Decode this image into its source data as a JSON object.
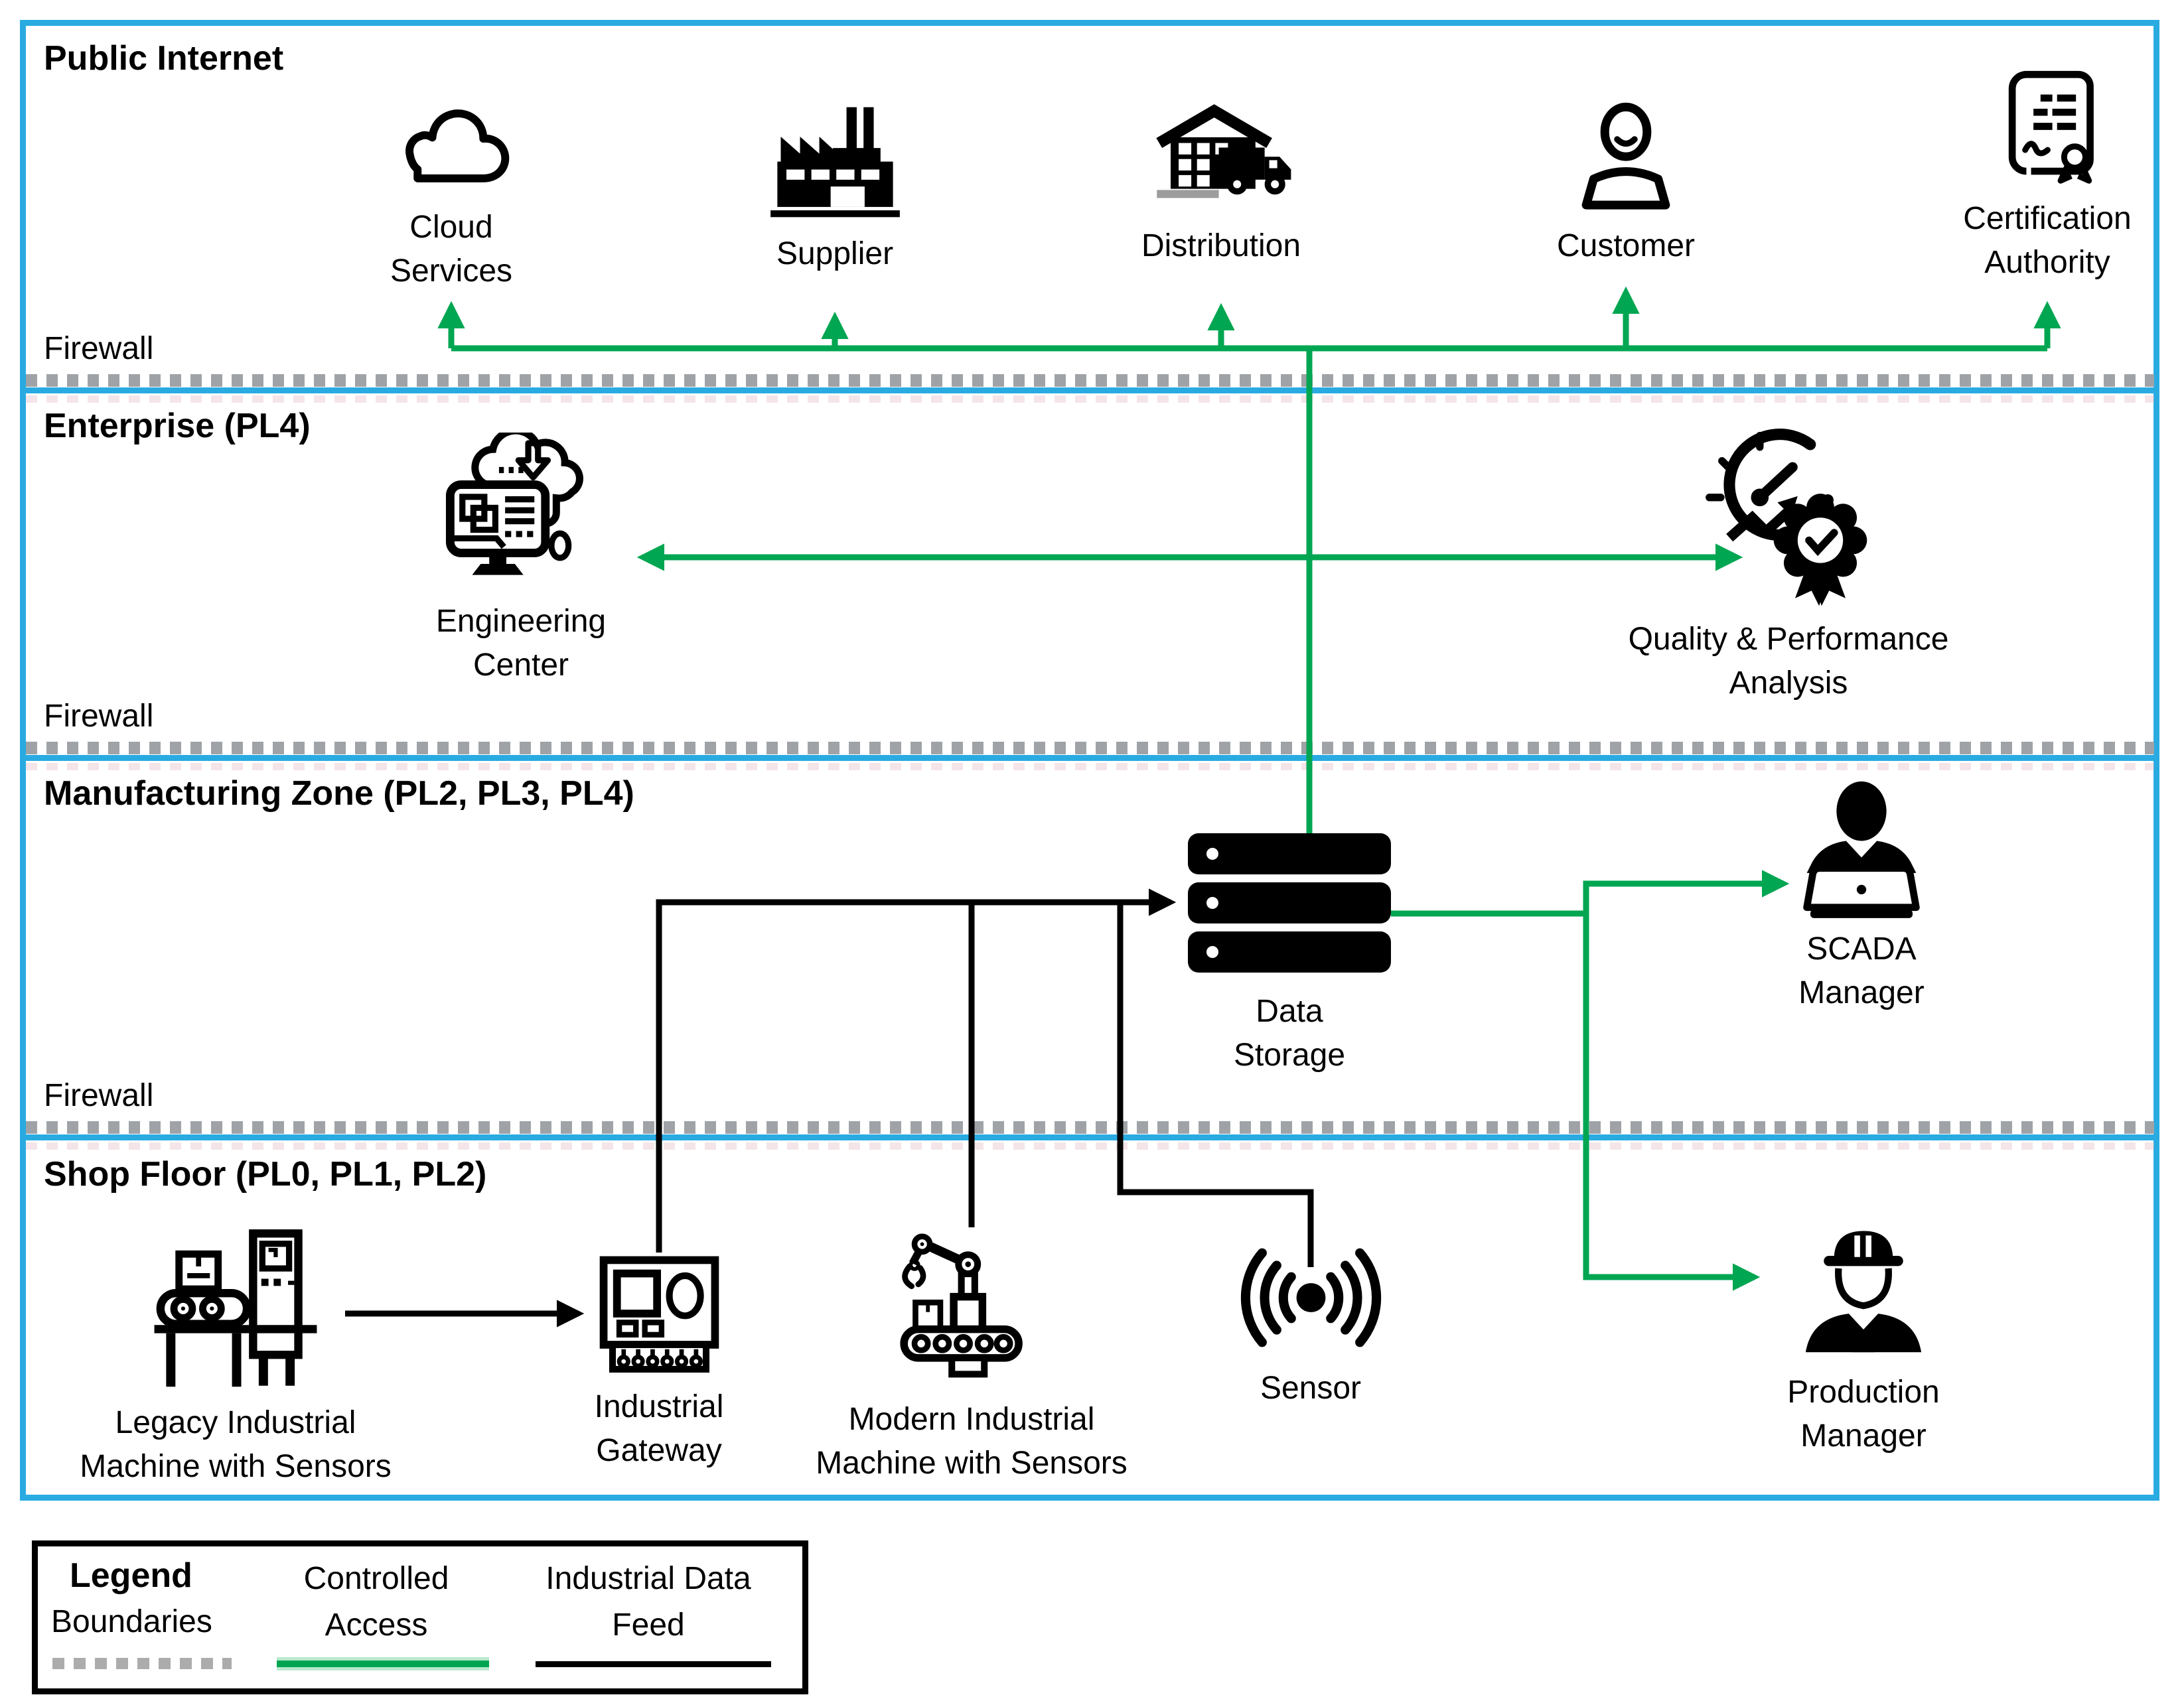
{
  "colors": {
    "zone_border": "#29ABE2",
    "controlled_access_green": "#00A651",
    "industrial_data_feed_black": "#000000",
    "boundary_dash_gray": "#ACACAC"
  },
  "zones": [
    {
      "title": "Public Internet",
      "firewall_label": "Firewall"
    },
    {
      "title": "Enterprise (PL4)",
      "firewall_label": "Firewall"
    },
    {
      "title": "Manufacturing Zone (PL2, PL3, PL4)",
      "firewall_label": "Firewall"
    },
    {
      "title": "Shop Floor (PL0, PL1, PL2)"
    }
  ],
  "nodes": {
    "cloud_services": {
      "label": "Cloud\nServices",
      "icon": "cloud-icon"
    },
    "supplier": {
      "label": "Supplier",
      "icon": "factory-icon"
    },
    "distribution": {
      "label": "Distribution",
      "icon": "warehouse-truck-icon"
    },
    "customer": {
      "label": "Customer",
      "icon": "person-icon"
    },
    "certification": {
      "label": "Certification\nAuthority",
      "icon": "certificate-icon"
    },
    "engineering": {
      "label": "Engineering\nCenter",
      "icon": "cloud-computer-icon"
    },
    "quality": {
      "label": "Quality & Performance\nAnalysis",
      "icon": "gauge-badge-icon"
    },
    "data_storage": {
      "label": "Data\nStorage",
      "icon": "server-stack-icon"
    },
    "scada_manager": {
      "label": "SCADA\nManager",
      "icon": "person-laptop-icon"
    },
    "legacy_machine": {
      "label": "Legacy Industrial\nMachine with Sensors",
      "icon": "conveyor-machine-icon"
    },
    "industrial_gateway": {
      "label": "Industrial\nGateway",
      "icon": "gateway-device-icon"
    },
    "modern_machine": {
      "label": "Modern Industrial\nMachine with Sensors",
      "icon": "robot-arm-icon"
    },
    "sensor": {
      "label": "Sensor",
      "icon": "wireless-sensor-icon"
    },
    "production_manager": {
      "label": "Production\nManager",
      "icon": "hardhat-person-icon"
    }
  },
  "connections": [
    {
      "from": "data_storage",
      "to": "cloud_services",
      "type": "controlled-access"
    },
    {
      "from": "data_storage",
      "to": "supplier",
      "type": "controlled-access"
    },
    {
      "from": "data_storage",
      "to": "distribution",
      "type": "controlled-access"
    },
    {
      "from": "data_storage",
      "to": "customer",
      "type": "controlled-access"
    },
    {
      "from": "data_storage",
      "to": "certification",
      "type": "controlled-access"
    },
    {
      "from": "engineering",
      "to": "quality",
      "type": "controlled-access-bidirectional"
    },
    {
      "from": "data_storage",
      "to": "scada_manager",
      "type": "controlled-access"
    },
    {
      "from": "data_storage",
      "to": "production_manager",
      "type": "controlled-access"
    },
    {
      "from": "legacy_machine",
      "to": "industrial_gateway",
      "type": "industrial-data-feed"
    },
    {
      "from": "industrial_gateway",
      "to": "data_storage",
      "type": "industrial-data-feed"
    },
    {
      "from": "modern_machine",
      "to": "data_storage",
      "type": "industrial-data-feed"
    },
    {
      "from": "sensor",
      "to": "data_storage",
      "type": "industrial-data-feed"
    }
  ],
  "legend": {
    "title": "Legend",
    "items": [
      {
        "label": "Boundaries",
        "style": "dashed-gray"
      },
      {
        "label": "Controlled\nAccess",
        "style": "green-line"
      },
      {
        "label": "Industrial Data\nFeed",
        "style": "black-line"
      }
    ]
  }
}
